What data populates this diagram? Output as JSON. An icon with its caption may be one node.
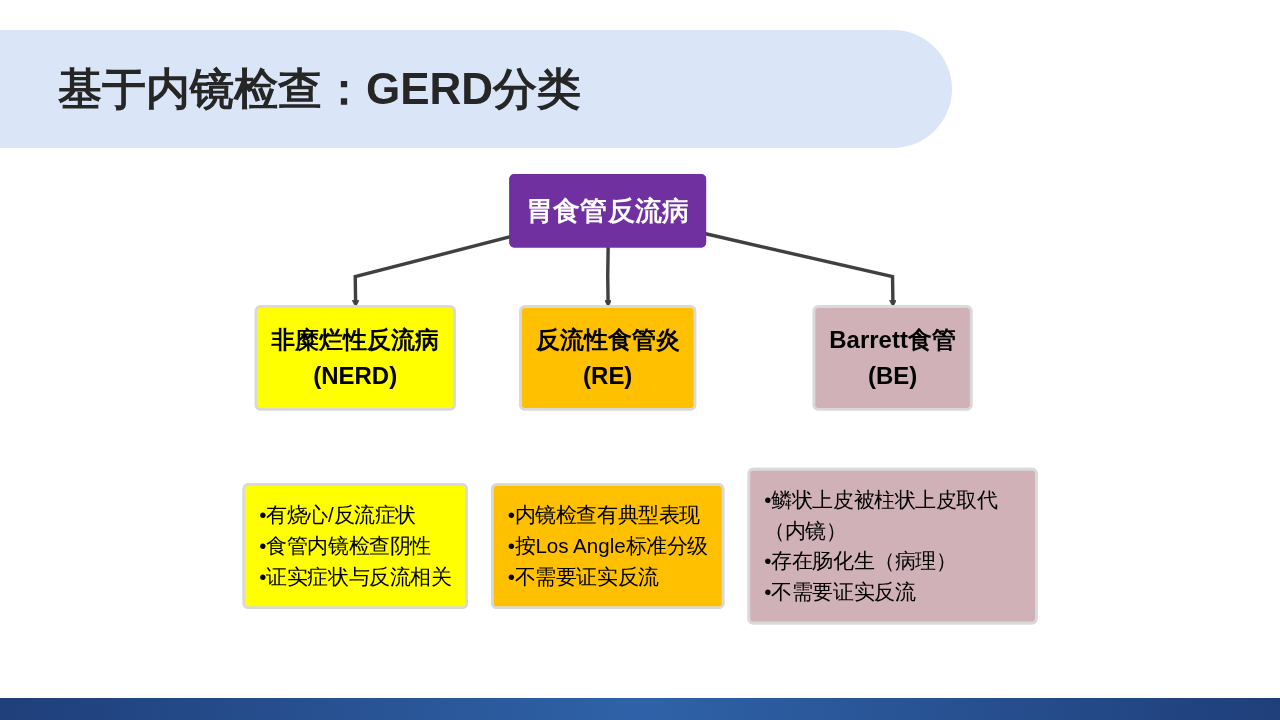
{
  "diagram": {
    "title": "基于内镜检查：GERD分类",
    "nodes": [
      {
        "text": [
          "胃食管反流病"
        ]
      },
      {
        "text": [
          "非糜烂性反流病",
          "(NERD)"
        ]
      },
      {
        "text": [
          "反流性食管炎",
          "(RE)"
        ]
      },
      {
        "text": [
          "Barrett食管",
          "(BE)"
        ]
      },
      {
        "text": [
          "•有烧心/反流症状",
          "•食管内镜检查阴性",
          "•证实症状与反流相关"
        ]
      },
      {
        "text": [
          "•内镜检查有典型表现",
          "•按Los Angle标准分级",
          "•不需要证实反流"
        ]
      },
      {
        "text": [
          "•鳞状上皮被柱状上皮取代（内镜）",
          "•存在肠化生（病理）",
          "•不需要证实反流"
        ]
      }
    ],
    "edges": [
      {
        "from": 0,
        "to": 1,
        "arrow": "to"
      },
      {
        "from": 0,
        "to": 2,
        "arrow": "to"
      },
      {
        "from": 0,
        "to": 3,
        "arrow": "to"
      }
    ]
  }
}
